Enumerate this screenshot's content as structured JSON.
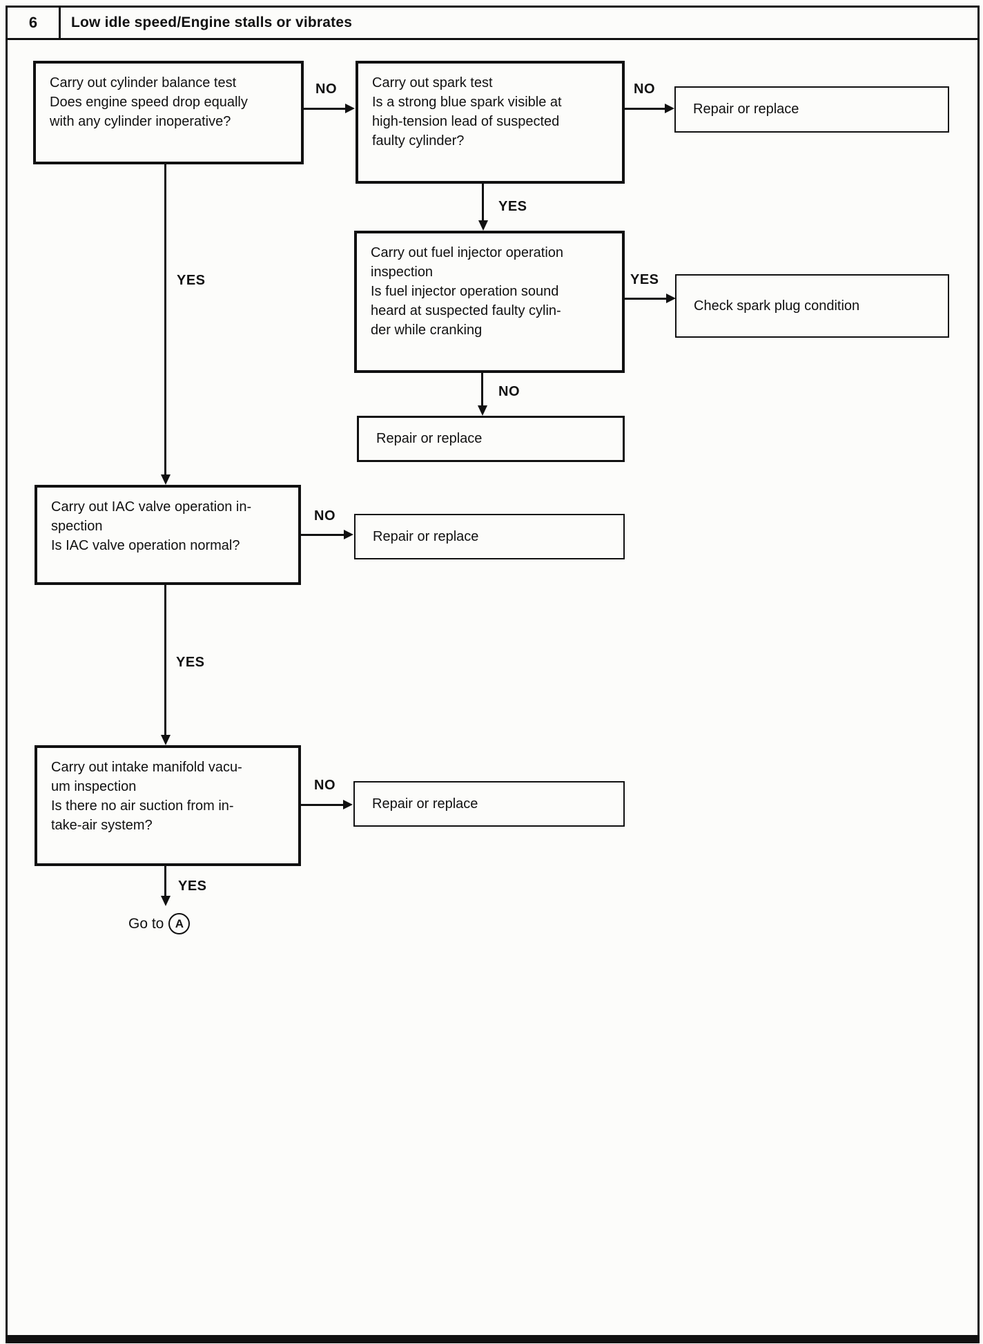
{
  "header": {
    "number": "6",
    "title": "Low idle speed/Engine stalls or vibrates"
  },
  "labels": {
    "yes": "YES",
    "no": "NO"
  },
  "nodes": {
    "cylinder_balance": {
      "text": "Carry out cylinder balance test\nDoes engine speed drop equally\nwith any cylinder inoperative?"
    },
    "spark_test": {
      "text": "Carry out spark test\nIs a strong blue spark visible at\nhigh-tension lead of suspected\nfaulty cylinder?"
    },
    "repair_1": {
      "text": "Repair or replace"
    },
    "fuel_injector": {
      "text": "Carry out fuel injector operation\ninspection\nIs fuel injector operation sound\nheard at suspected faulty cylin-\nder while cranking"
    },
    "check_spark_plug": {
      "text": "Check spark plug condition"
    },
    "repair_2": {
      "text": "Repair or replace"
    },
    "iac_valve": {
      "text": "Carry out IAC valve operation in-\nspection\nIs IAC valve operation normal?"
    },
    "repair_3": {
      "text": "Repair or replace"
    },
    "intake_manifold": {
      "text": "Carry out intake manifold vacu-\num inspection\nIs there no air suction from in-\ntake-air system?"
    },
    "repair_4": {
      "text": "Repair or replace"
    },
    "goto": {
      "text": "Go to",
      "target": "A"
    }
  }
}
